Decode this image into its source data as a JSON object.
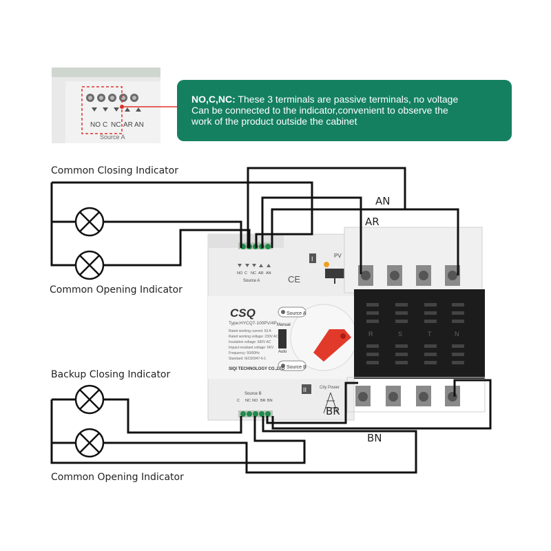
{
  "callout": {
    "title": "NO,C,NC:",
    "line1": " These 3 terminals are passive terminals, no voltage",
    "line2": "Can be connected to the indicator,convenient to observe the",
    "line3": "work of the product outside the cabinet"
  },
  "thumbnail": {
    "terminals": [
      "NO",
      "C",
      "NC",
      "AR",
      "AN"
    ],
    "source": "Source A"
  },
  "indicators": {
    "common_closing": "Common Closing Indicator",
    "common_opening_top": "Common Opening Indicator",
    "backup_closing": "Backup Closing Indicator",
    "common_opening_bottom": "Common Opening Indicator"
  },
  "wires": {
    "an": "AN",
    "ar": "AR",
    "bn": "BN",
    "br": "BR"
  },
  "device": {
    "brand": "CSQ",
    "type": "Type:HYCQ7-100PV/4P",
    "rated_current": "Rated working current:   63 A",
    "rated_voltage": "Rated working voltage: 230V AC",
    "insulation": "Insulation voltage:       690V AC",
    "impact": "Impact-resistant voltage:    6KV",
    "frequency": "Frequency:                    50/60Hz",
    "standard": "Standard:          IEC60947-6-1",
    "company": "SIQI TECHNOLOGY CO.,LTD",
    "source_a_btn": "Source A",
    "source_b_btn": "Source B",
    "manual": "Manual",
    "auto": "Auto",
    "top_terminals": [
      "NO",
      "C",
      "NC",
      "AR",
      "AN"
    ],
    "bottom_terminals": [
      "C",
      "NC",
      "NO",
      "BR",
      "BN"
    ],
    "source_a": "Source A",
    "source_b": "Source B",
    "pv": "PV",
    "city_power": "City Power",
    "ce": "CE",
    "roman_1": "I",
    "roman_2": "II",
    "poles": [
      "R",
      "S",
      "T",
      "N"
    ]
  }
}
